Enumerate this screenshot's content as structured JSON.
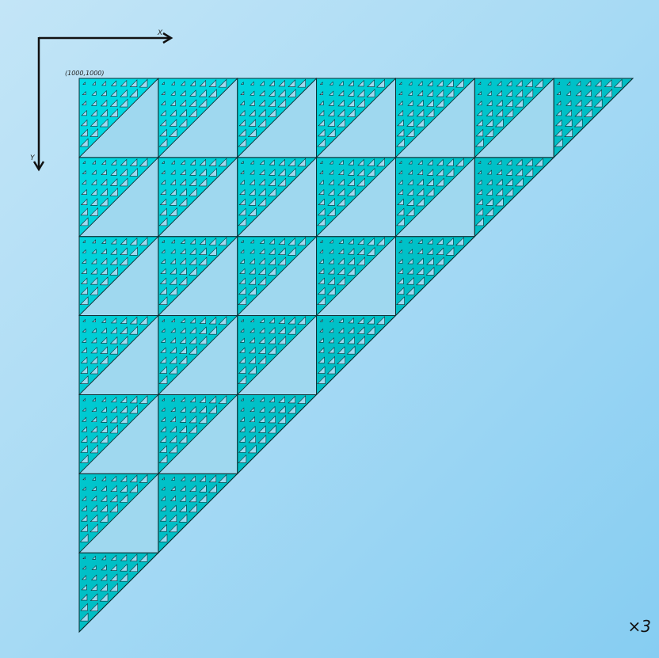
{
  "axes": {
    "x_label": "X",
    "y_label": "Y",
    "origin_label": "(1000,1000)"
  },
  "zoom": {
    "label": "×3"
  },
  "colors": {
    "fill_light": "#00dde6",
    "fill_dark": "#009ea2",
    "hole": "#9fd8ef",
    "stroke": "#0b2f33"
  },
  "fractal": {
    "type": "sierpinski-style-triangle",
    "grid_cells_per_side": 7,
    "sub_cells_per_side": 8
  }
}
